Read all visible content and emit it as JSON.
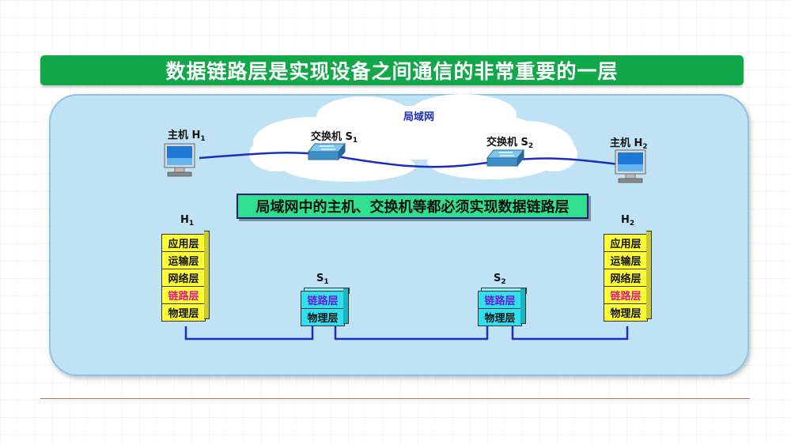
{
  "title": "数据链路层是实现设备之间通信的非常重要的一层",
  "lan_label": "局域网",
  "banner": "局域网中的主机、交换机等都必须实现数据链路层",
  "devices": {
    "h1": {
      "name": "主机 H",
      "sub": "1"
    },
    "h2": {
      "name": "主机 H",
      "sub": "2"
    },
    "s1": {
      "name": "交换机 S",
      "sub": "1"
    },
    "s2": {
      "name": "交换机 S",
      "sub": "2"
    }
  },
  "stacks": {
    "h1": {
      "name": "H",
      "sub": "1",
      "layers": [
        "应用层",
        "运输层",
        "网络层",
        "链路层",
        "物理层"
      ]
    },
    "h2": {
      "name": "H",
      "sub": "2",
      "layers": [
        "应用层",
        "运输层",
        "网络层",
        "链路层",
        "物理层"
      ]
    },
    "s1": {
      "name": "S",
      "sub": "1",
      "layers": [
        "链路层",
        "物理层"
      ]
    },
    "s2": {
      "name": "S",
      "sub": "2",
      "layers": [
        "链路层",
        "物理层"
      ]
    }
  },
  "colors": {
    "title_bar": "#12a84a",
    "panel": "#bfe3f5",
    "banner": "#2fe08e",
    "host_layer": "#ffff33",
    "switch_layer": "#31e0ee",
    "link_line": "#1a2fc0",
    "host_link_text": "#e01a8c",
    "switch_link_text": "#6a1cdc"
  },
  "icons": [
    "monitor-icon",
    "switch-icon",
    "cloud-icon"
  ]
}
